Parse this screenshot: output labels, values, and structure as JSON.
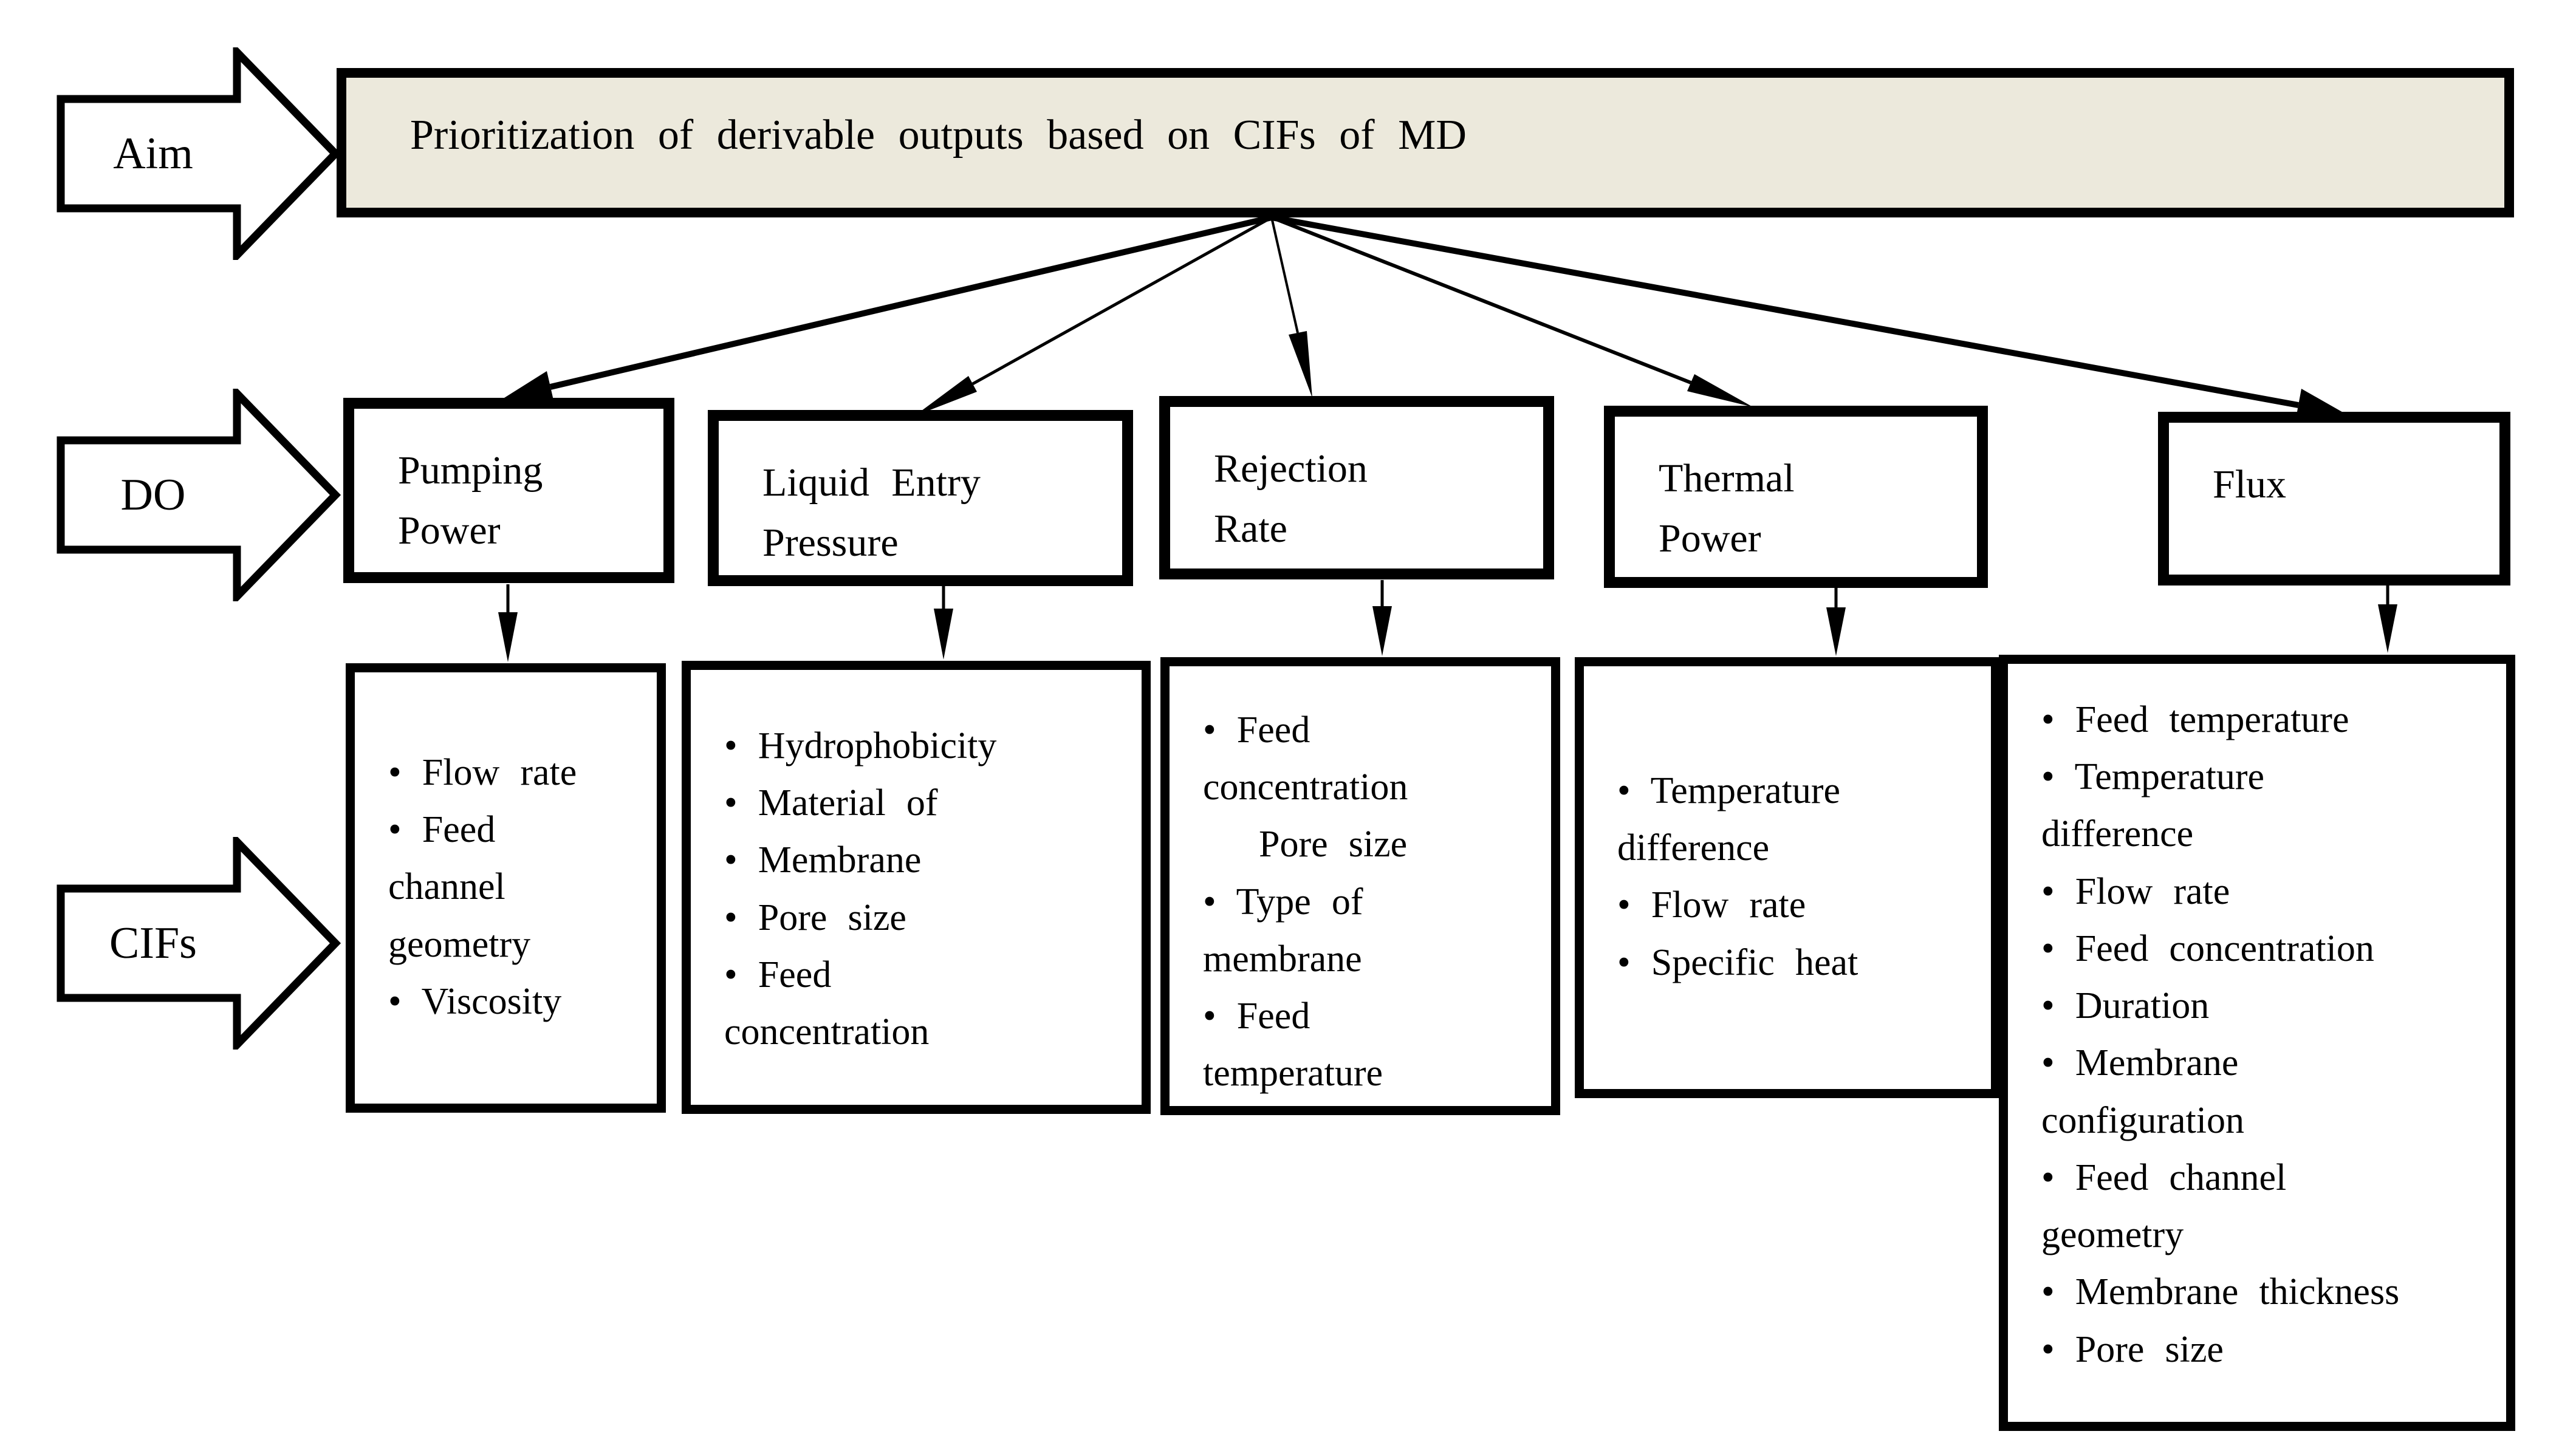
{
  "palette": {
    "background": "#ffffff",
    "ink": "#000000",
    "title_fill": "#ECE9DC"
  },
  "side_labels": {
    "aim": "Aim",
    "do": "DO",
    "cifs": "CIFs"
  },
  "title": {
    "text": "Prioritization of derivable outputs based on CIFs of MD"
  },
  "do_boxes": [
    {
      "id": "pumping-power",
      "lines": [
        "Pumping",
        "Power"
      ]
    },
    {
      "id": "liquid-entry-pressure",
      "lines": [
        "Liquid Entry",
        "Pressure"
      ]
    },
    {
      "id": "rejection-rate",
      "lines": [
        "Rejection",
        "Rate"
      ]
    },
    {
      "id": "thermal-power",
      "lines": [
        "Thermal",
        "Power"
      ]
    },
    {
      "id": "flux",
      "lines": [
        "Flux"
      ]
    }
  ],
  "cif_boxes": [
    {
      "for": "pumping-power",
      "lines": [
        {
          "bullet": true,
          "text": "Flow rate"
        },
        {
          "bullet": true,
          "text": "Feed"
        },
        {
          "text": "channel"
        },
        {
          "text": "geometry"
        },
        {
          "bullet": true,
          "text": "Viscosity"
        }
      ]
    },
    {
      "for": "liquid-entry-pressure",
      "lines": [
        {
          "bullet": true,
          "text": "Hydrophobicity"
        },
        {
          "bullet": true,
          "text": "Material of"
        },
        {
          "bullet": true,
          "text": "Membrane"
        },
        {
          "bullet": true,
          "text": "Pore size"
        },
        {
          "bullet": true,
          "text": "Feed"
        },
        {
          "text": "concentration"
        }
      ]
    },
    {
      "for": "rejection-rate",
      "lines": [
        {
          "bullet": true,
          "text": "Feed"
        },
        {
          "text": "concentration"
        },
        {
          "indent": true,
          "text": "Pore size"
        },
        {
          "bullet": true,
          "text": "Type of"
        },
        {
          "text": "membrane"
        },
        {
          "bullet": true,
          "text": "Feed"
        },
        {
          "text": "temperature"
        }
      ]
    },
    {
      "for": "thermal-power",
      "lines": [
        {
          "bullet": true,
          "text": "Temperature"
        },
        {
          "text": "difference"
        },
        {
          "bullet": true,
          "text": "Flow rate"
        },
        {
          "bullet": true,
          "text": "Specific heat"
        }
      ]
    },
    {
      "for": "flux",
      "lines": [
        {
          "bullet": true,
          "text": "Feed temperature"
        },
        {
          "bullet": true,
          "text": "Temperature"
        },
        {
          "text": "difference"
        },
        {
          "bullet": true,
          "text": "Flow rate"
        },
        {
          "bullet": true,
          "text": "Feed concentration"
        },
        {
          "bullet": true,
          "text": "Duration"
        },
        {
          "bullet": true,
          "text": "Membrane"
        },
        {
          "text": "configuration"
        },
        {
          "bullet": true,
          "text": "Feed channel"
        },
        {
          "text": "geometry"
        },
        {
          "bullet": true,
          "text": "Membrane thickness"
        },
        {
          "bullet": true,
          "text": "Pore size"
        }
      ]
    }
  ]
}
